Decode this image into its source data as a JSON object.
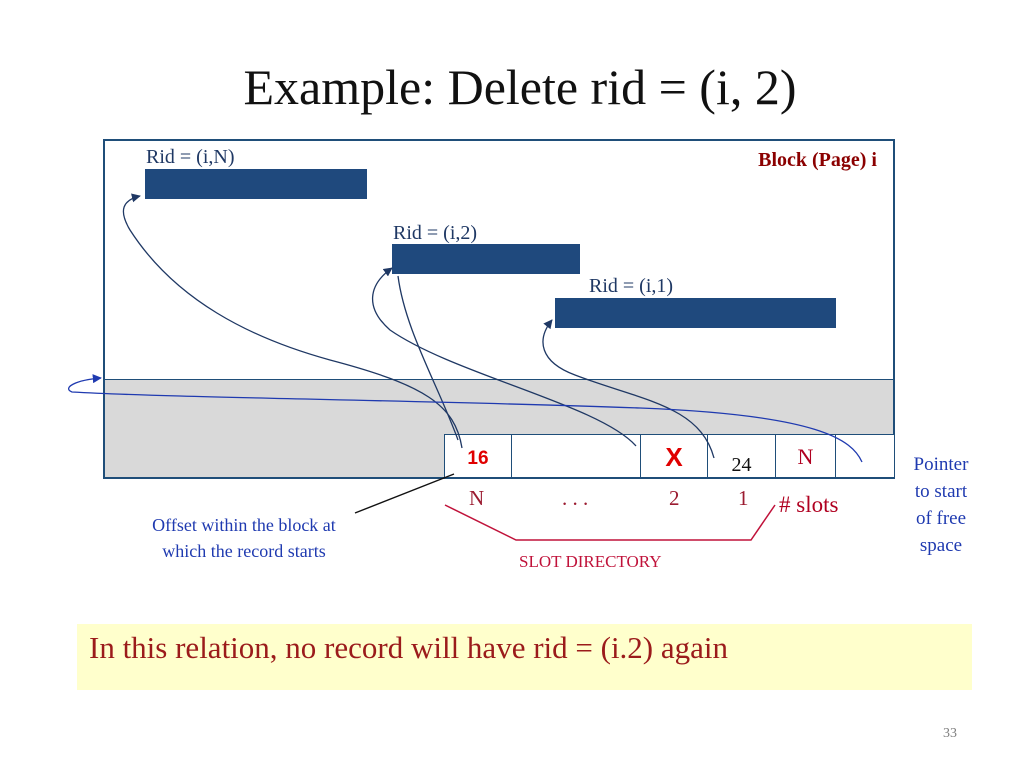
{
  "title": "Example: Delete rid = (i, 2)",
  "block": {
    "label": "Block (Page) i"
  },
  "records": [
    {
      "label": "Rid = (i,N)"
    },
    {
      "label": "Rid = (i,2)"
    },
    {
      "label": "Rid = (i,1)"
    }
  ],
  "slots": [
    {
      "value": "16"
    },
    {
      "value": ""
    },
    {
      "value": "X"
    },
    {
      "value": "24"
    },
    {
      "value": "N"
    },
    {
      "value": ""
    }
  ],
  "slot_indices": [
    "N",
    ". . .",
    "2",
    "1"
  ],
  "num_slots_label": "# slots",
  "slot_directory_label": "SLOT DIRECTORY",
  "free_space_pointer_label": [
    "Pointer",
    "to start",
    "of free",
    "space"
  ],
  "offset_label": [
    "Offset within the block at",
    "which the record starts"
  ],
  "note": "In this relation, no record will have rid = (i.2) again",
  "page_number": "33",
  "colors": {
    "frame": "#1f4e79",
    "record_bar": "#1f497d",
    "arrow": "#1f3864",
    "free_space_arrow": "#1f3ab0",
    "deleted_marker": "#e00000",
    "note_background": "#ffffcc"
  }
}
